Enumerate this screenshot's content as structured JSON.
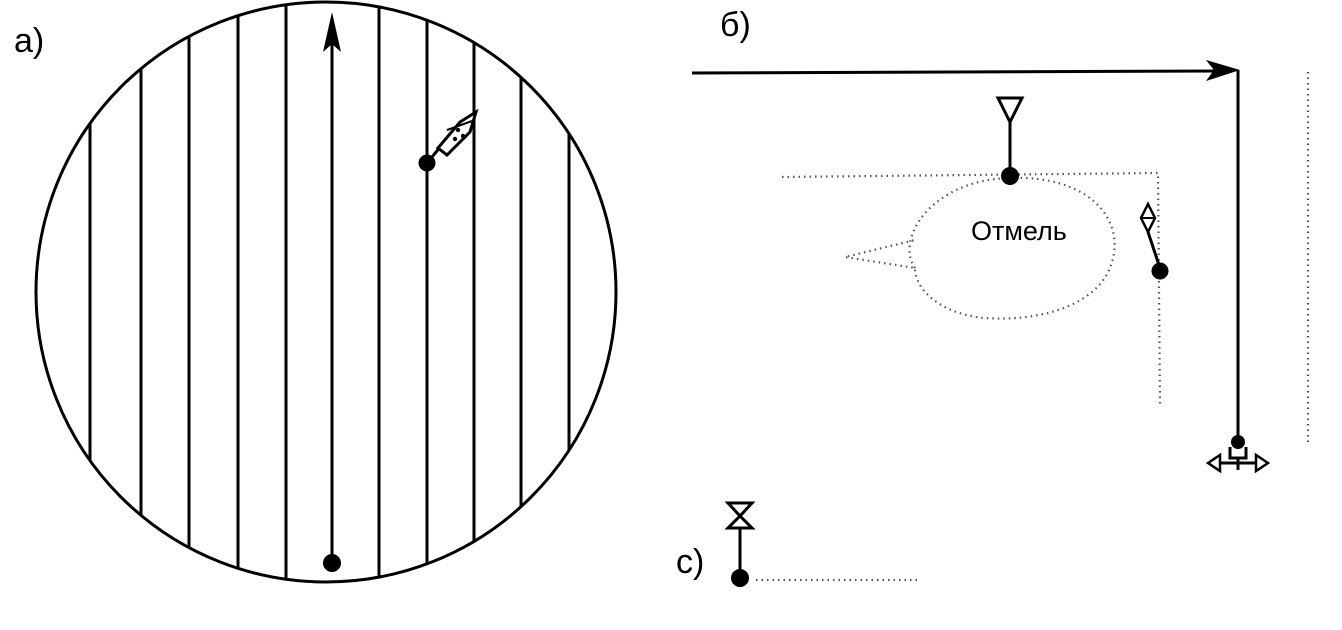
{
  "panels": {
    "a": {
      "label": "а)"
    },
    "b": {
      "label": "б)",
      "shoal_label": "Отмель"
    },
    "c": {
      "label": "с)"
    }
  },
  "colors": {
    "ink": "#000000",
    "dotted": "#555555",
    "background": "#ffffff"
  },
  "icons": {
    "panel_a_marker": "diamond-marker-icon",
    "panel_b_top_marker": "inverted-triangle-icon",
    "panel_b_side_marker": "diamond-small-icon",
    "panel_b_end_marker": "anchor-icon",
    "panel_c_marker": "hourglass-icon"
  }
}
